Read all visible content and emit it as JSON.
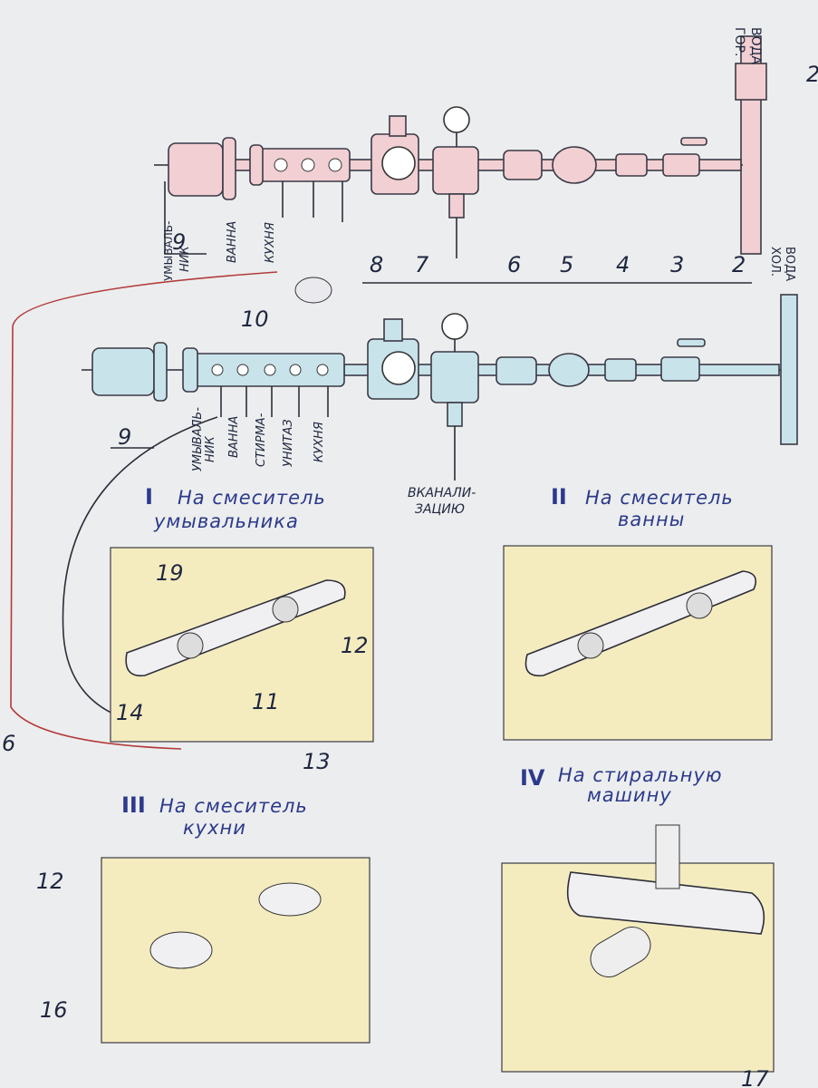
{
  "labels": {
    "n2_top": "2",
    "n9_top": "9",
    "n9_bot": "9",
    "n8": "8",
    "n7": "7",
    "n6_top": "6",
    "n5": "5",
    "n4": "4",
    "n3": "3",
    "n2": "2",
    "n10": "10",
    "n19": "19",
    "n12_a": "12",
    "n12_b": "12",
    "n11": "11",
    "n14": "14",
    "n13": "13",
    "n6_left": "6",
    "n16": "16",
    "n17": "17"
  },
  "outlets_top": [
    "УМЫВАЛЬ-",
    "НИК",
    "ВАННА",
    "КУХНЯ"
  ],
  "outlets_bottom": [
    "УМЫВАЛЬ-",
    "НИК",
    "ВАННА",
    "СТИРМА-",
    "УНИТАЗ",
    "КУХНЯ"
  ],
  "hot_water": [
    "ГОР.",
    "ВОДА"
  ],
  "cold_water": [
    "ХОЛ.",
    "ВОДА"
  ],
  "drain": [
    "ВКАНАЛИ-",
    "ЗАЦИЮ"
  ],
  "section1": {
    "roman": "I",
    "line1": "На смеситель",
    "line2": "умывальника"
  },
  "section2": {
    "roman": "II",
    "line1": "На смеситель",
    "line2": "ванны"
  },
  "section3": {
    "roman": "III",
    "line1": "На смеситель",
    "line2": "кухни"
  },
  "section4": {
    "roman": "IV",
    "line1": "На стиральную",
    "line2": "машину"
  },
  "colors": {
    "hot": "#f1cfd2",
    "cold": "#c9e3ea",
    "panel": "#f4ecbf",
    "ink": "#2b3a8c"
  }
}
